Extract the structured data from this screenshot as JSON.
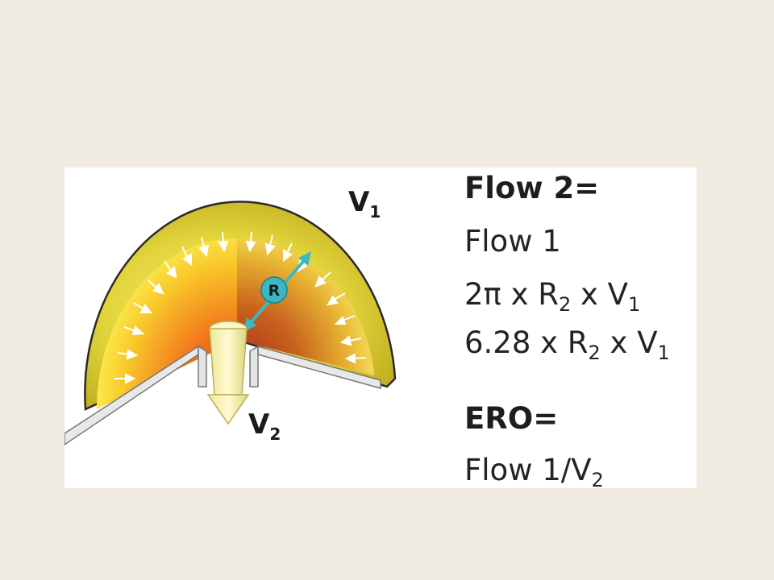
{
  "diagram": {
    "label_v1": "V",
    "label_v1_sub": "1",
    "label_v2": "V",
    "label_v2_sub": "2",
    "label_r": "R"
  },
  "text": {
    "flow2_heading": "Flow 2=",
    "flow1": "Flow 1",
    "f2pi_prefix": "2π x R",
    "f2pi_r_sub": "2",
    "f2pi_mid": " x V",
    "f2pi_v_sub": "1",
    "f628_prefix": "6.28 x R",
    "f628_r_sub": "2",
    "f628_mid": " x V",
    "f628_v_sub": "1",
    "ero_heading": "ERO=",
    "ero_prefix": "Flow 1/V",
    "ero_sub": "2"
  },
  "colors": {
    "background": "#efebe0",
    "panel": "#ffffff",
    "dome_outer": "#d6c92a",
    "dome_inner_core": "#e83a10",
    "arrow_teal": "#3cb7c4",
    "jet": "#f5f0a8"
  }
}
